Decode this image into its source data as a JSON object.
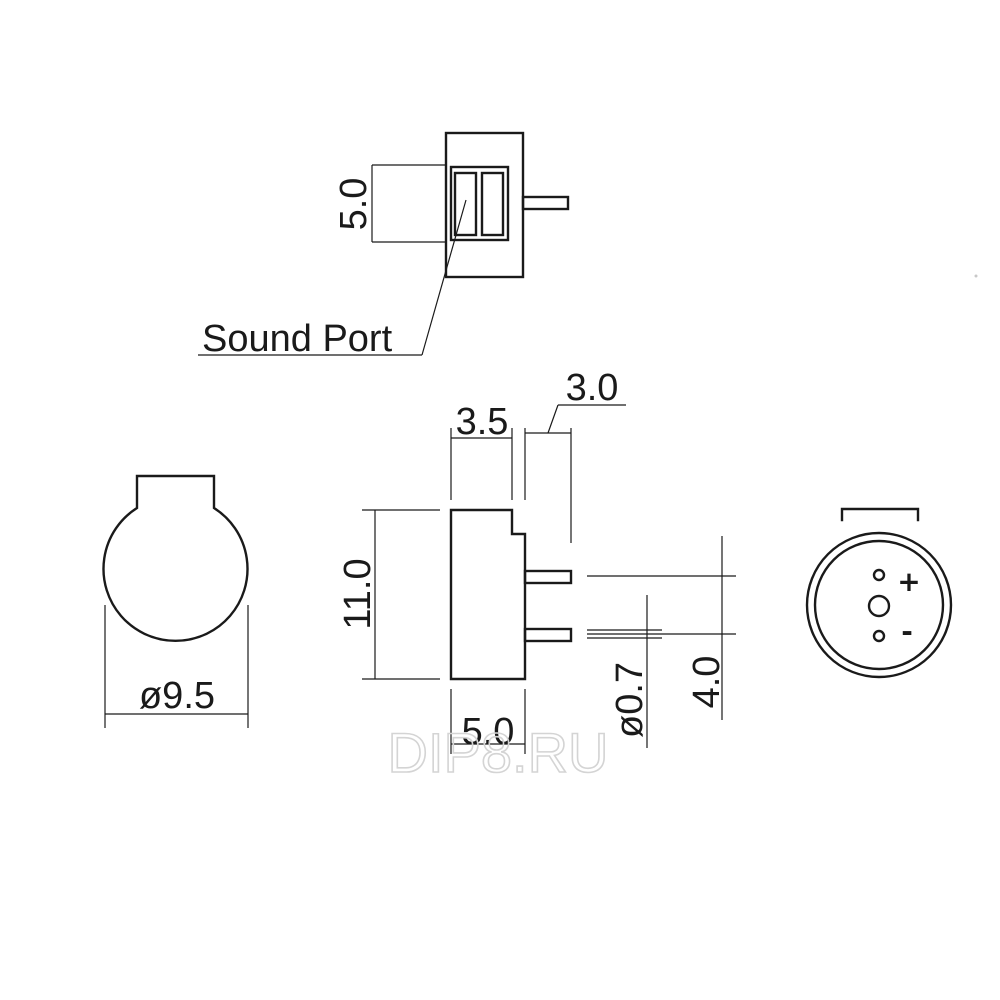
{
  "labels": {
    "sound_port": "Sound Port",
    "dim_top_height": "5.0",
    "dim_width_3_5": "3.5",
    "dim_pin_offset": "3.0",
    "dim_height_11": "11.0",
    "dim_diameter": "ø9.5",
    "dim_depth_5": "5.0",
    "dim_pin_dia": "ø0.7",
    "dim_pin_pitch": "4.0",
    "pin_positive": "+",
    "pin_negative": "-"
  },
  "watermark": "DIP8.RU",
  "colors": {
    "line": "#1a1a1a",
    "watermark": "#d4d4d4",
    "background": "#ffffff"
  }
}
